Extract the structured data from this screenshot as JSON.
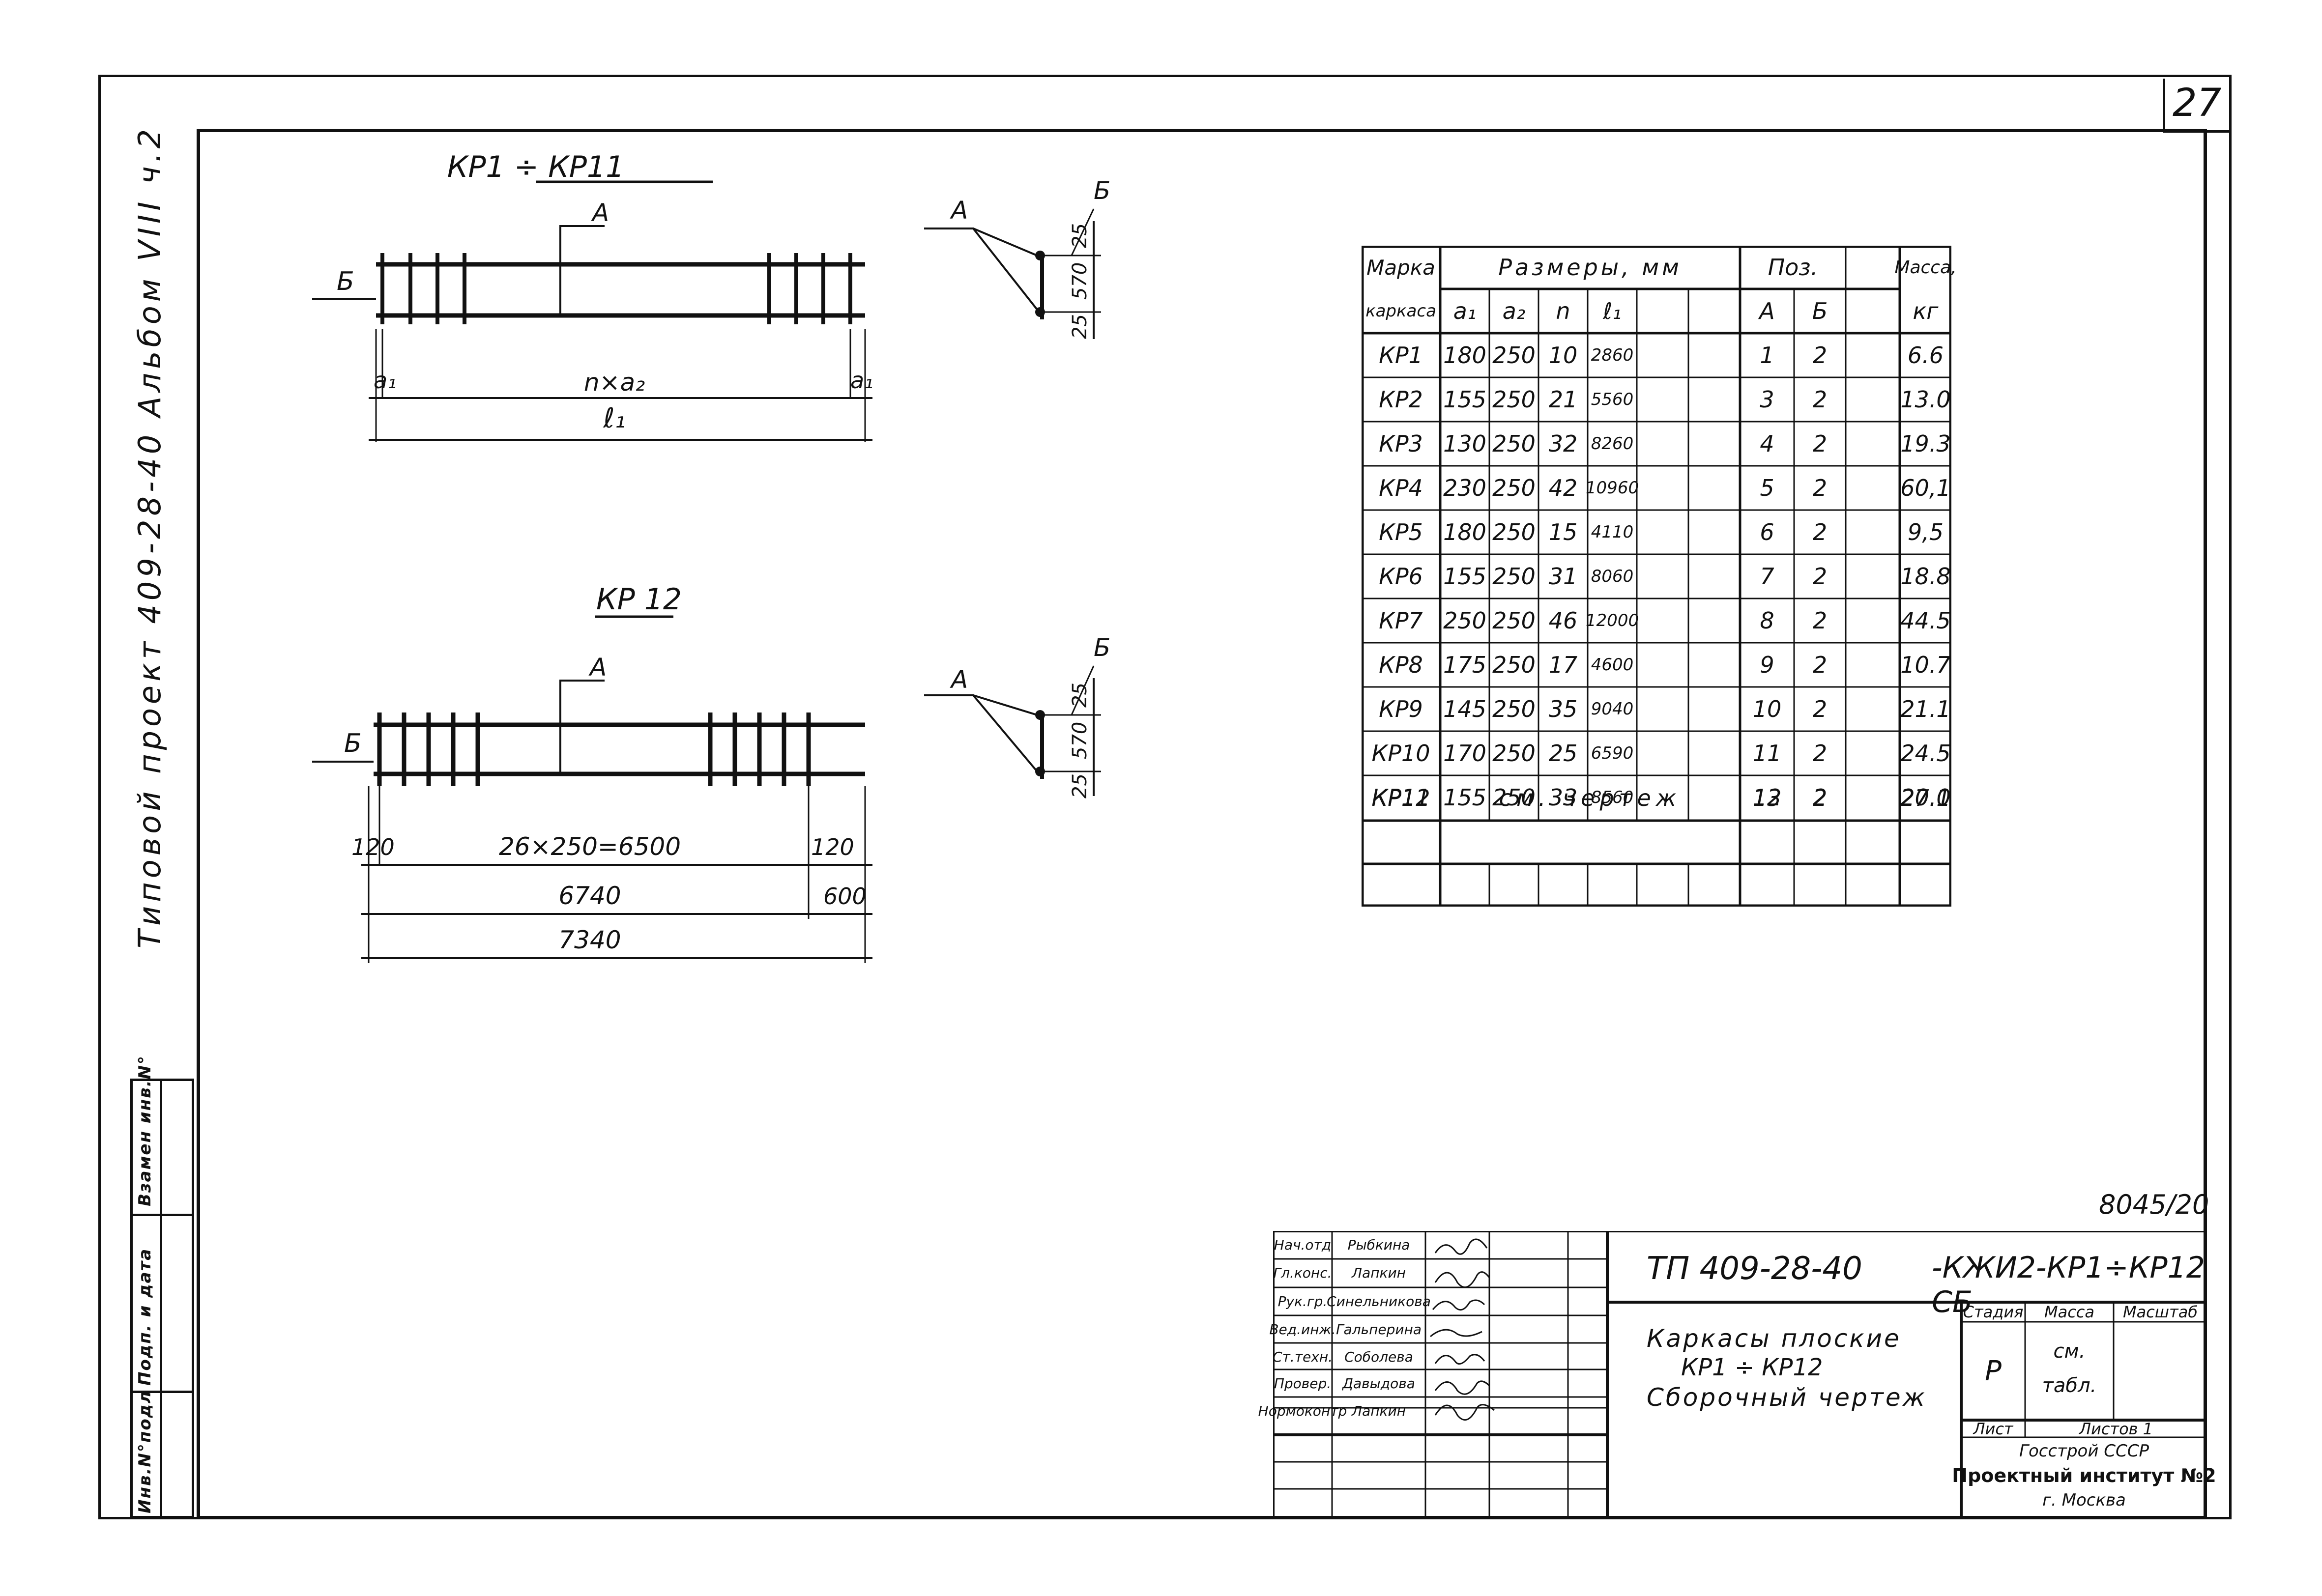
{
  "sheet": {
    "page_number": "27",
    "doc_code": "8045/20",
    "side_title": "Типовой проект 409-28-40 Альбом VIII ч.2",
    "side_stamp": [
      "Инв.N°подл",
      "Подп. и дата",
      "Взамен инв.N°"
    ]
  },
  "drawing1": {
    "title": "КР1 ÷ КР11",
    "label_a": "А",
    "label_b": "Б",
    "dim_a1": "a₁",
    "dim_mid": "n×a₂",
    "dim_l1": "ℓ₁",
    "section_a": "А",
    "section_b": "Б",
    "section_top": "25",
    "section_mid": "570",
    "section_bot": "25"
  },
  "drawing2": {
    "title": "КР 12",
    "label_a": "А",
    "label_b": "Б",
    "dim_left": "120",
    "dim_mid": "26×250=6500",
    "dim_right": "120",
    "dim_total1": "6740",
    "dim_total1_right": "600",
    "dim_total2": "7340",
    "section_a": "А",
    "section_b": "Б",
    "section_top": "25",
    "section_mid": "570",
    "section_bot": "25"
  },
  "table": {
    "head_mark_1": "Марка",
    "head_mark_2": "каркаса",
    "head_sizes": "Размеры, мм",
    "head_pos": "Поз.",
    "head_mass_1": "Масса,",
    "head_mass_2": "кг",
    "sub_a1": "a₁",
    "sub_a2": "a₂",
    "sub_n": "n",
    "sub_l1": "ℓ₁",
    "sub_A": "А",
    "sub_B": "Б",
    "rows": [
      {
        "mark": "КР1",
        "a1": "180",
        "a2": "250",
        "n": "10",
        "l1": "2860",
        "A": "1",
        "B": "2",
        "mass": "6.6"
      },
      {
        "mark": "КР2",
        "a1": "155",
        "a2": "250",
        "n": "21",
        "l1": "5560",
        "A": "3",
        "B": "2",
        "mass": "13.0"
      },
      {
        "mark": "КР3",
        "a1": "130",
        "a2": "250",
        "n": "32",
        "l1": "8260",
        "A": "4",
        "B": "2",
        "mass": "19.3"
      },
      {
        "mark": "КР4",
        "a1": "230",
        "a2": "250",
        "n": "42",
        "l1": "10960",
        "A": "5",
        "B": "2",
        "mass": "60,1"
      },
      {
        "mark": "КР5",
        "a1": "180",
        "a2": "250",
        "n": "15",
        "l1": "4110",
        "A": "6",
        "B": "2",
        "mass": "9,5"
      },
      {
        "mark": "КР6",
        "a1": "155",
        "a2": "250",
        "n": "31",
        "l1": "8060",
        "A": "7",
        "B": "2",
        "mass": "18.8"
      },
      {
        "mark": "КР7",
        "a1": "250",
        "a2": "250",
        "n": "46",
        "l1": "12000",
        "A": "8",
        "B": "2",
        "mass": "44.5"
      },
      {
        "mark": "КР8",
        "a1": "175",
        "a2": "250",
        "n": "17",
        "l1": "4600",
        "A": "9",
        "B": "2",
        "mass": "10.7"
      },
      {
        "mark": "КР9",
        "a1": "145",
        "a2": "250",
        "n": "35",
        "l1": "9040",
        "A": "10",
        "B": "2",
        "mass": "21.1"
      },
      {
        "mark": "КР10",
        "a1": "170",
        "a2": "250",
        "n": "25",
        "l1": "6590",
        "A": "11",
        "B": "2",
        "mass": "24.5"
      },
      {
        "mark": "КР11",
        "a1": "155",
        "a2": "250",
        "n": "33",
        "l1": "8560",
        "A": "12",
        "B": "2",
        "mass": "20.0"
      }
    ],
    "last_mark": "КР12",
    "last_note": "см. чертеж",
    "last_A": "13",
    "last_B": "2",
    "last_mass": "27.1"
  },
  "titleblock": {
    "code": "ТП 409-28-40",
    "code_suffix": "-КЖИ2-КР1÷КР12 СБ",
    "staff": [
      {
        "role": "Нач.отд",
        "name": "Рыбкина"
      },
      {
        "role": "Гл.конс.",
        "name": "Лапкин"
      },
      {
        "role": "Рук.гр.",
        "name": "Синельникова"
      },
      {
        "role": "Вед.инж.",
        "name": "Гальперина"
      },
      {
        "role": "Ст.техн.",
        "name": "Соболева"
      },
      {
        "role": "Провер.",
        "name": "Давыдова"
      },
      {
        "role": "Нормоконтр",
        "name": "Лапкин"
      }
    ],
    "name_1": "Каркасы плоские",
    "name_2": "КР1 ÷ КР12",
    "name_3": "Сборочный чертеж",
    "stage_h": "Стадия",
    "mass_h": "Масса",
    "scale_h": "Масштаб",
    "stage": "Р",
    "mass_1": "см.",
    "mass_2": "табл.",
    "sheet_h": "Лист",
    "sheets_h": "Листов 1",
    "org_1": "Госстрой СССР",
    "org_2": "Проектный институт №2",
    "org_3": "г. Москва"
  }
}
